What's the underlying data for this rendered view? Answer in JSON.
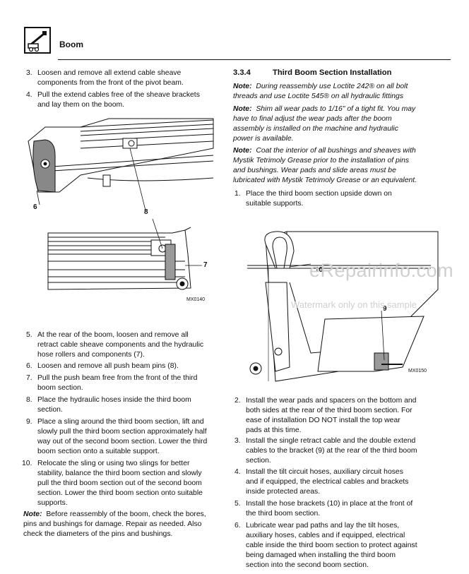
{
  "header": {
    "title": "Boom",
    "icon": "boom-lift-icon"
  },
  "left": {
    "steps_top": [
      {
        "n": "3.",
        "lines": [
          "Loosen and remove all extend cable sheave",
          "components from the front of the pivot beam."
        ]
      },
      {
        "n": "4.",
        "lines": [
          "Pull the extend cables free of the sheave brackets",
          "and lay them on the boom."
        ]
      }
    ],
    "fig_callouts": {
      "c6": "6",
      "c8": "8",
      "c7": "7",
      "code": "MX0140"
    },
    "steps_bottom": [
      {
        "n": "5.",
        "lines": [
          "At the rear of the boom, loosen and remove all",
          "retract cable sheave components and the hydraulic",
          "hose rollers and components (7)."
        ]
      },
      {
        "n": "6.",
        "lines": [
          "Loosen and remove all push beam pins (8)."
        ]
      },
      {
        "n": "7.",
        "lines": [
          "Pull the push beam free from the front of the third",
          "boom section."
        ]
      },
      {
        "n": "8.",
        "lines": [
          "Place the hydraulic hoses inside the third boom",
          "section."
        ]
      },
      {
        "n": "9.",
        "lines": [
          "Place a sling around the third boom section, lift and",
          "slowly pull the third boom section approximately half",
          "way out of the second boom section. Lower the third",
          "boom section onto a suitable support."
        ]
      },
      {
        "n": "10.",
        "lines": [
          "Relocate the sling or using two slings for better",
          "stability, balance the third boom section and slowly",
          "pull the third boom section out of the second boom",
          "section. Lower the third boom section onto suitable",
          "supports."
        ]
      }
    ],
    "note": {
      "label": "Note:",
      "lines": [
        "Before reassembly of the boom, check the bores,",
        "pins and bushings for damage. Repair as needed. Also",
        "check the diameters of the pins and bushings."
      ]
    }
  },
  "right": {
    "section_number": "3.3.4",
    "section_title": "Third Boom Section Installation",
    "notes": [
      {
        "label": "Note:",
        "lines": [
          "During reassembly use Loctite 242® on all bolt",
          "threads and use Loctite 545® on all hydraulic fittings"
        ]
      },
      {
        "label": "Note:",
        "lines": [
          "Shim all wear pads to 1/16\" of a tight fit. You may",
          "have to final adjust the wear pads after the boom",
          "assembly is installed on the machine and hydraulic",
          "power is available."
        ]
      },
      {
        "label": "Note:",
        "lines": [
          "Coat the interior of all bushings and sheaves with",
          "Mystik Tetrimoly Grease prior to the installation of pins",
          "and bushings. Wear pads and slide areas must be",
          "lubricated with Mystik Tetrimoly Grease or an equivalent."
        ]
      }
    ],
    "step1": {
      "n": "1.",
      "lines": [
        "Place the third boom section upside down on",
        "suitable supports."
      ]
    },
    "fig_callouts": {
      "c10": "10",
      "c9": "9",
      "code": "MX0150"
    },
    "watermark": {
      "main": "eRepairinfo.com",
      "sub": "Watermark only on this sample"
    },
    "steps": [
      {
        "n": "2.",
        "lines": [
          "Install the wear pads and spacers on the bottom and",
          "both sides at the rear of the third boom section. For",
          "ease of installation DO NOT install the top wear",
          "pads at this time."
        ]
      },
      {
        "n": "3.",
        "lines": [
          "Install the single retract cable and the double extend",
          "cables to the bracket (9) at the rear of the third boom",
          "section."
        ]
      },
      {
        "n": "4.",
        "lines": [
          "Install the tilt circuit hoses, auxiliary circuit hoses",
          "and if equipped, the electrical cables and brackets",
          "inside protected areas."
        ]
      },
      {
        "n": "5.",
        "lines": [
          "Install the hose brackets (10) in place at the front of",
          "the third boom section."
        ]
      },
      {
        "n": "6.",
        "lines": [
          "Lubricate wear pad paths and lay the tilt hoses,",
          "auxiliary hoses, cables and if equipped, electrical",
          "cable inside the third boom section to protect against",
          "being damaged when installing the third boom",
          "section into the second boom section."
        ]
      }
    ]
  }
}
